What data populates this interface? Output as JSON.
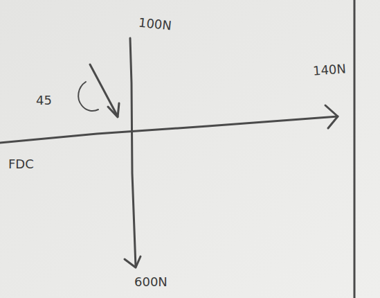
{
  "diagram": {
    "labels": [
      "100N",
      "45",
      "FDC",
      "140N",
      "600N"
    ]
  }
}
